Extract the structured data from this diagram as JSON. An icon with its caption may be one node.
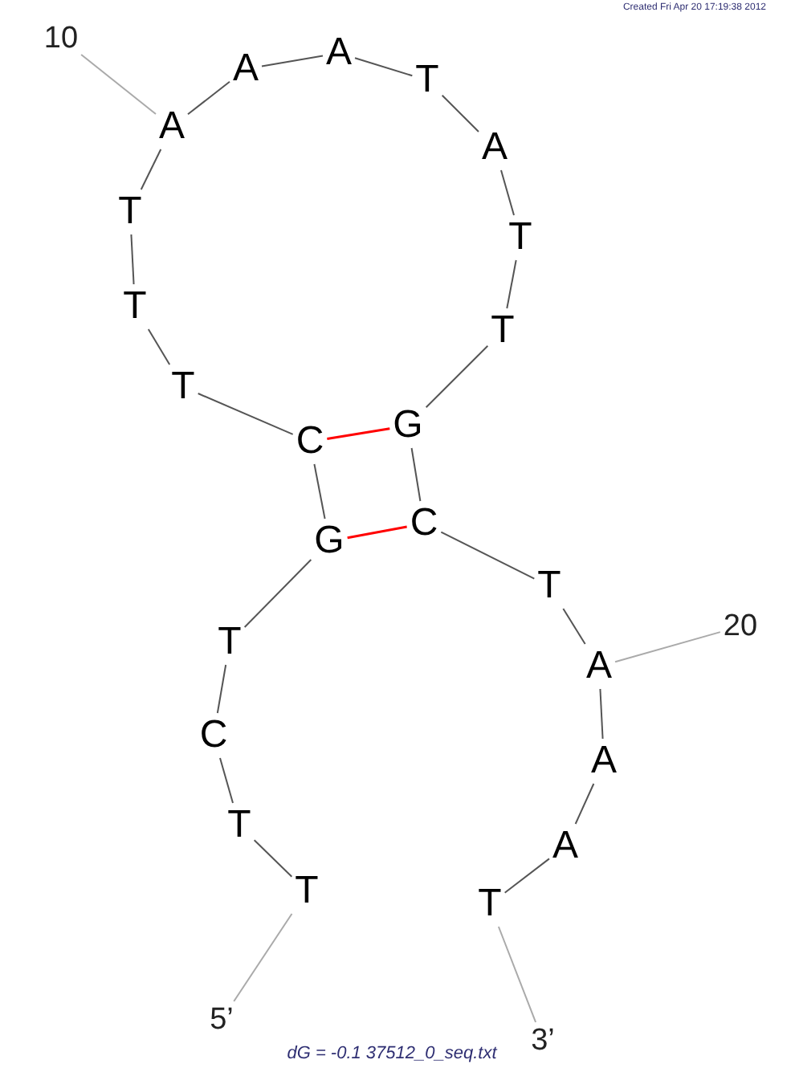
{
  "diagram": {
    "caption": "dG = -0.1 37512_0_seq.txt",
    "nodes": [
      {
        "text": [
          "5’"
        ]
      },
      {
        "text": [
          "T"
        ]
      },
      {
        "text": [
          "T"
        ]
      },
      {
        "text": [
          "C"
        ]
      },
      {
        "text": [
          "T"
        ]
      },
      {
        "text": [
          "G"
        ]
      },
      {
        "text": [
          "C"
        ]
      },
      {
        "text": [
          "T"
        ]
      },
      {
        "text": [
          "T"
        ]
      },
      {
        "text": [
          "T"
        ]
      },
      {
        "text": [
          "A"
        ]
      },
      {
        "text": [
          "A"
        ]
      },
      {
        "text": [
          "A"
        ]
      },
      {
        "text": [
          "T"
        ]
      },
      {
        "text": [
          "A"
        ]
      },
      {
        "text": [
          "T"
        ]
      },
      {
        "text": [
          "T"
        ]
      },
      {
        "text": [
          "G"
        ]
      },
      {
        "text": [
          "C"
        ]
      },
      {
        "text": [
          "T"
        ]
      },
      {
        "text": [
          "A"
        ]
      },
      {
        "text": [
          "A"
        ]
      },
      {
        "text": [
          "A"
        ]
      },
      {
        "text": [
          "T"
        ]
      },
      {
        "text": [
          "3’"
        ]
      },
      {
        "text": [
          "10"
        ]
      },
      {
        "text": [
          "20"
        ]
      }
    ],
    "edges": [
      {
        "from": 1,
        "to": 2,
        "arrow": "none"
      },
      {
        "from": 2,
        "to": 3,
        "arrow": "none"
      },
      {
        "from": 3,
        "to": 4,
        "arrow": "none"
      },
      {
        "from": 4,
        "to": 5,
        "arrow": "none"
      },
      {
        "from": 5,
        "to": 6,
        "arrow": "none"
      },
      {
        "from": 6,
        "to": 7,
        "arrow": "none"
      },
      {
        "from": 7,
        "to": 8,
        "arrow": "none"
      },
      {
        "from": 8,
        "to": 9,
        "arrow": "none"
      },
      {
        "from": 9,
        "to": 10,
        "arrow": "none"
      },
      {
        "from": 10,
        "to": 11,
        "arrow": "none"
      },
      {
        "from": 11,
        "to": 12,
        "arrow": "none"
      },
      {
        "from": 12,
        "to": 13,
        "arrow": "none"
      },
      {
        "from": 13,
        "to": 14,
        "arrow": "none"
      },
      {
        "from": 14,
        "to": 15,
        "arrow": "none"
      },
      {
        "from": 15,
        "to": 16,
        "arrow": "none"
      },
      {
        "from": 16,
        "to": 17,
        "arrow": "none"
      },
      {
        "from": 17,
        "to": 18,
        "arrow": "none"
      },
      {
        "from": 18,
        "to": 19,
        "arrow": "none"
      },
      {
        "from": 19,
        "to": 20,
        "arrow": "none"
      },
      {
        "from": 20,
        "to": 21,
        "arrow": "none"
      },
      {
        "from": 21,
        "to": 22,
        "arrow": "none"
      },
      {
        "from": 22,
        "to": 23,
        "arrow": "none"
      },
      {
        "from": 6,
        "to": 17,
        "arrow": "none",
        "color": "#ff0000"
      },
      {
        "from": 5,
        "to": 18,
        "arrow": "none",
        "color": "#ff0000"
      },
      {
        "from": 0,
        "to": 1,
        "arrow": "none",
        "color": "#aaaaaa"
      },
      {
        "from": 24,
        "to": 23,
        "arrow": "none",
        "color": "#aaaaaa"
      },
      {
        "from": 25,
        "to": 10,
        "arrow": "none",
        "color": "#aaaaaa"
      },
      {
        "from": 26,
        "to": 20,
        "arrow": "none",
        "color": "#aaaaaa"
      }
    ],
    "labels": [
      "Created Fri Apr 20 17:19:38 2012"
    ]
  }
}
